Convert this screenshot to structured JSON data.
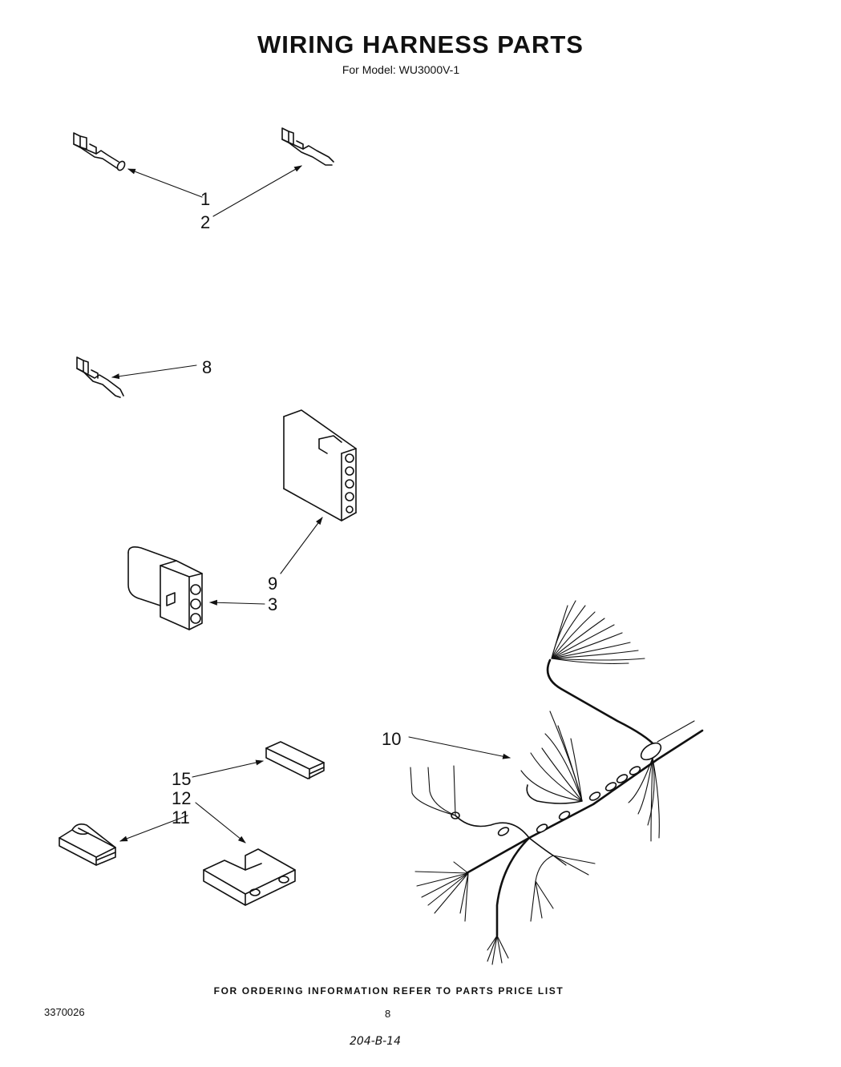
{
  "title": "WIRING HARNESS PARTS",
  "subtitle": "For Model: WU3000V-1",
  "callouts": {
    "c1": "1",
    "c2": "2",
    "c8": "8",
    "c9": "9",
    "c3": "3",
    "c10": "10",
    "c15": "15",
    "c12": "12",
    "c11": "11"
  },
  "footer": {
    "note": "FOR ORDERING INFORMATION REFER TO PARTS PRICE LIST",
    "doc_number": "3370026",
    "page_number": "8",
    "handwritten": "204-B-14"
  }
}
